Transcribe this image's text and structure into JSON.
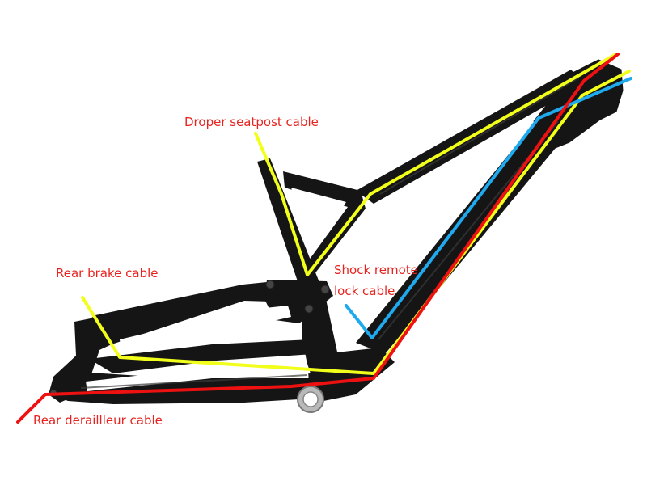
{
  "labels": {
    "dropper": "Droper seatpost cable",
    "rear_brake": "Rear brake cable",
    "shock_line1": "Shock remote",
    "shock_line2": "lock cable",
    "derailleur": "Rear deraillleur cable"
  },
  "colors": {
    "label_text": "#e8231f",
    "frame": "#151515",
    "frame_highlight": "#3a3a3a",
    "yellow_cable": "#f2ff1a",
    "blue_cable": "#1fa9ee",
    "red_cable": "#ee1111",
    "bb_shell": "#b9b9b9"
  }
}
